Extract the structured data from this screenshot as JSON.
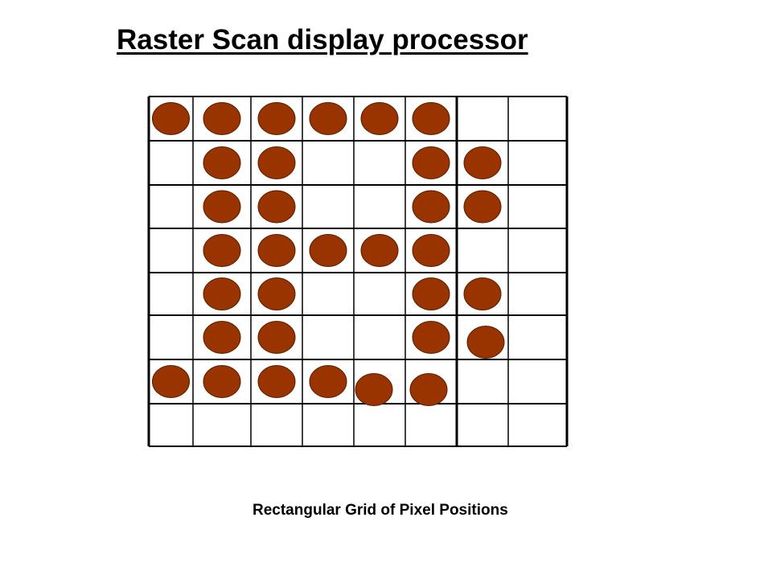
{
  "title": "Raster Scan display processor",
  "caption": "Rectangular Grid of Pixel Positions",
  "colors": {
    "pixel_fill": "#993300",
    "pixel_stroke": "#5a1e00",
    "grid_line": "#000000",
    "background": "#ffffff"
  },
  "grid": {
    "rows": 8,
    "columns": 8,
    "lit_pixels": [
      [
        0,
        0
      ],
      [
        0,
        1
      ],
      [
        0,
        2
      ],
      [
        0,
        3
      ],
      [
        0,
        4
      ],
      [
        0,
        5
      ],
      [
        1,
        1
      ],
      [
        1,
        2
      ],
      [
        1,
        5
      ],
      [
        1,
        6
      ],
      [
        2,
        1
      ],
      [
        2,
        2
      ],
      [
        2,
        5
      ],
      [
        2,
        6
      ],
      [
        3,
        1
      ],
      [
        3,
        2
      ],
      [
        3,
        3
      ],
      [
        3,
        4
      ],
      [
        3,
        5
      ],
      [
        4,
        1
      ],
      [
        4,
        2
      ],
      [
        4,
        5
      ],
      [
        4,
        6
      ],
      [
        5,
        1
      ],
      [
        5,
        2
      ],
      [
        5,
        5
      ],
      [
        5,
        6
      ],
      [
        6,
        0
      ],
      [
        6,
        1
      ],
      [
        6,
        2
      ],
      [
        6,
        3
      ],
      [
        6,
        4
      ],
      [
        6,
        5
      ]
    ]
  }
}
